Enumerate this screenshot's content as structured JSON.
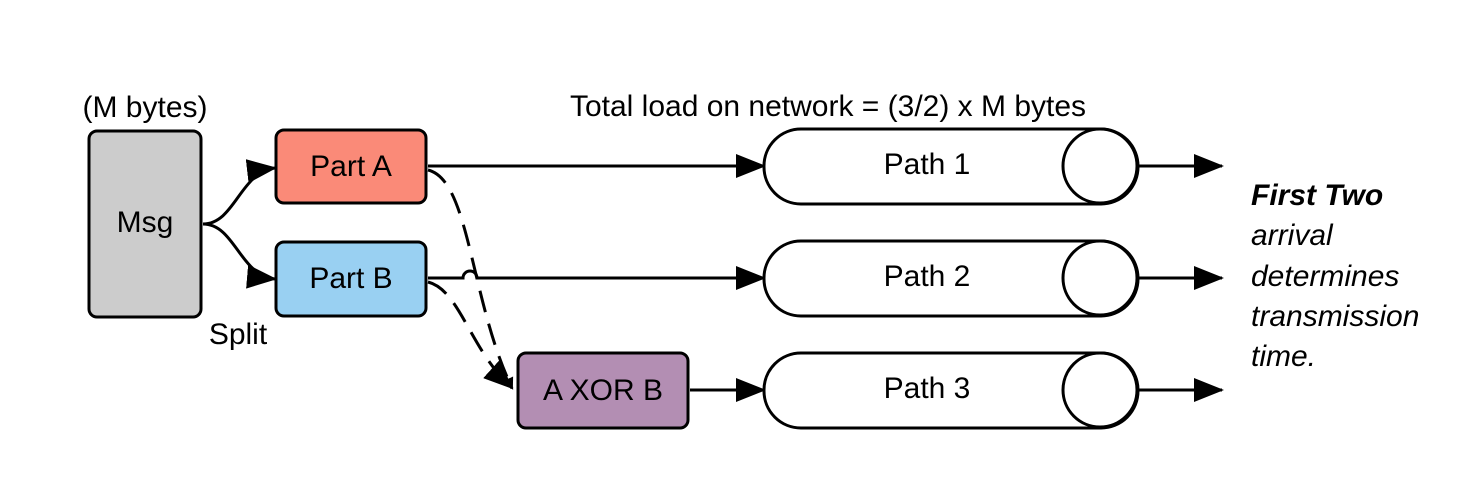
{
  "labels": {
    "msg_size": "(M bytes)",
    "split": "Split",
    "total_load": "Total load on network = (3/2) x M bytes"
  },
  "nodes": {
    "msg": {
      "label": "Msg",
      "color": "#cccccc"
    },
    "part_a": {
      "label": "Part A",
      "color": "#fa8a78"
    },
    "part_b": {
      "label": "Part B",
      "color": "#99d0f2"
    },
    "xor": {
      "label": "A  XOR B",
      "color": "#b38eb3"
    }
  },
  "paths": [
    {
      "label": "Path 1"
    },
    {
      "label": "Path 2"
    },
    {
      "label": "Path 3"
    }
  ],
  "note": {
    "line1": "First Two",
    "line2": "arrival",
    "line3": "determines",
    "line4": "transmission",
    "line5": "time."
  },
  "colors": {
    "stroke": "#000000",
    "path_fill": "#ffffff"
  }
}
